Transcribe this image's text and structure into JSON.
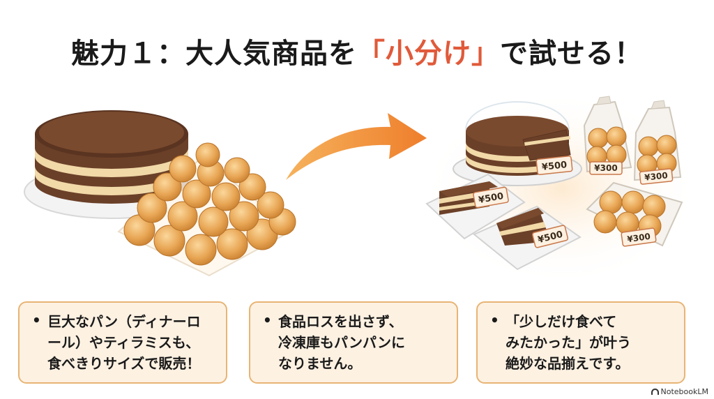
{
  "title": {
    "prefix": "魅力１：大人気商品を",
    "accent": "「小分け」",
    "suffix": "で試せる！"
  },
  "price_tags": {
    "cake_whole": "¥500",
    "slice_left": "¥500",
    "slice_right": "¥500",
    "bag_left": "¥300",
    "bag_right": "¥300",
    "tray": "¥300"
  },
  "cards": [
    {
      "bullet": "•",
      "lines": [
        "巨大なパン（ディナーロ",
        "ール）やティラミスも、",
        "食べきりサイズで販売！"
      ]
    },
    {
      "bullet": "•",
      "lines": [
        "食品ロスを出さず、",
        "冷凍庫もパンパンに",
        "なりません。"
      ]
    },
    {
      "bullet": "•",
      "lines": [
        "「少しだけ食べて",
        "みたかった」が叶う",
        "絶妙な品揃えです。"
      ]
    }
  ],
  "brand": "NotebookLM",
  "colors": {
    "accent": "#e05a3a",
    "card_bg": "#fdf1e2",
    "card_border": "#e8b474",
    "arrow": "#f0883a",
    "cocoa": "#5a3a26",
    "cream": "#f1d9a8",
    "bun": "#e8a655"
  }
}
